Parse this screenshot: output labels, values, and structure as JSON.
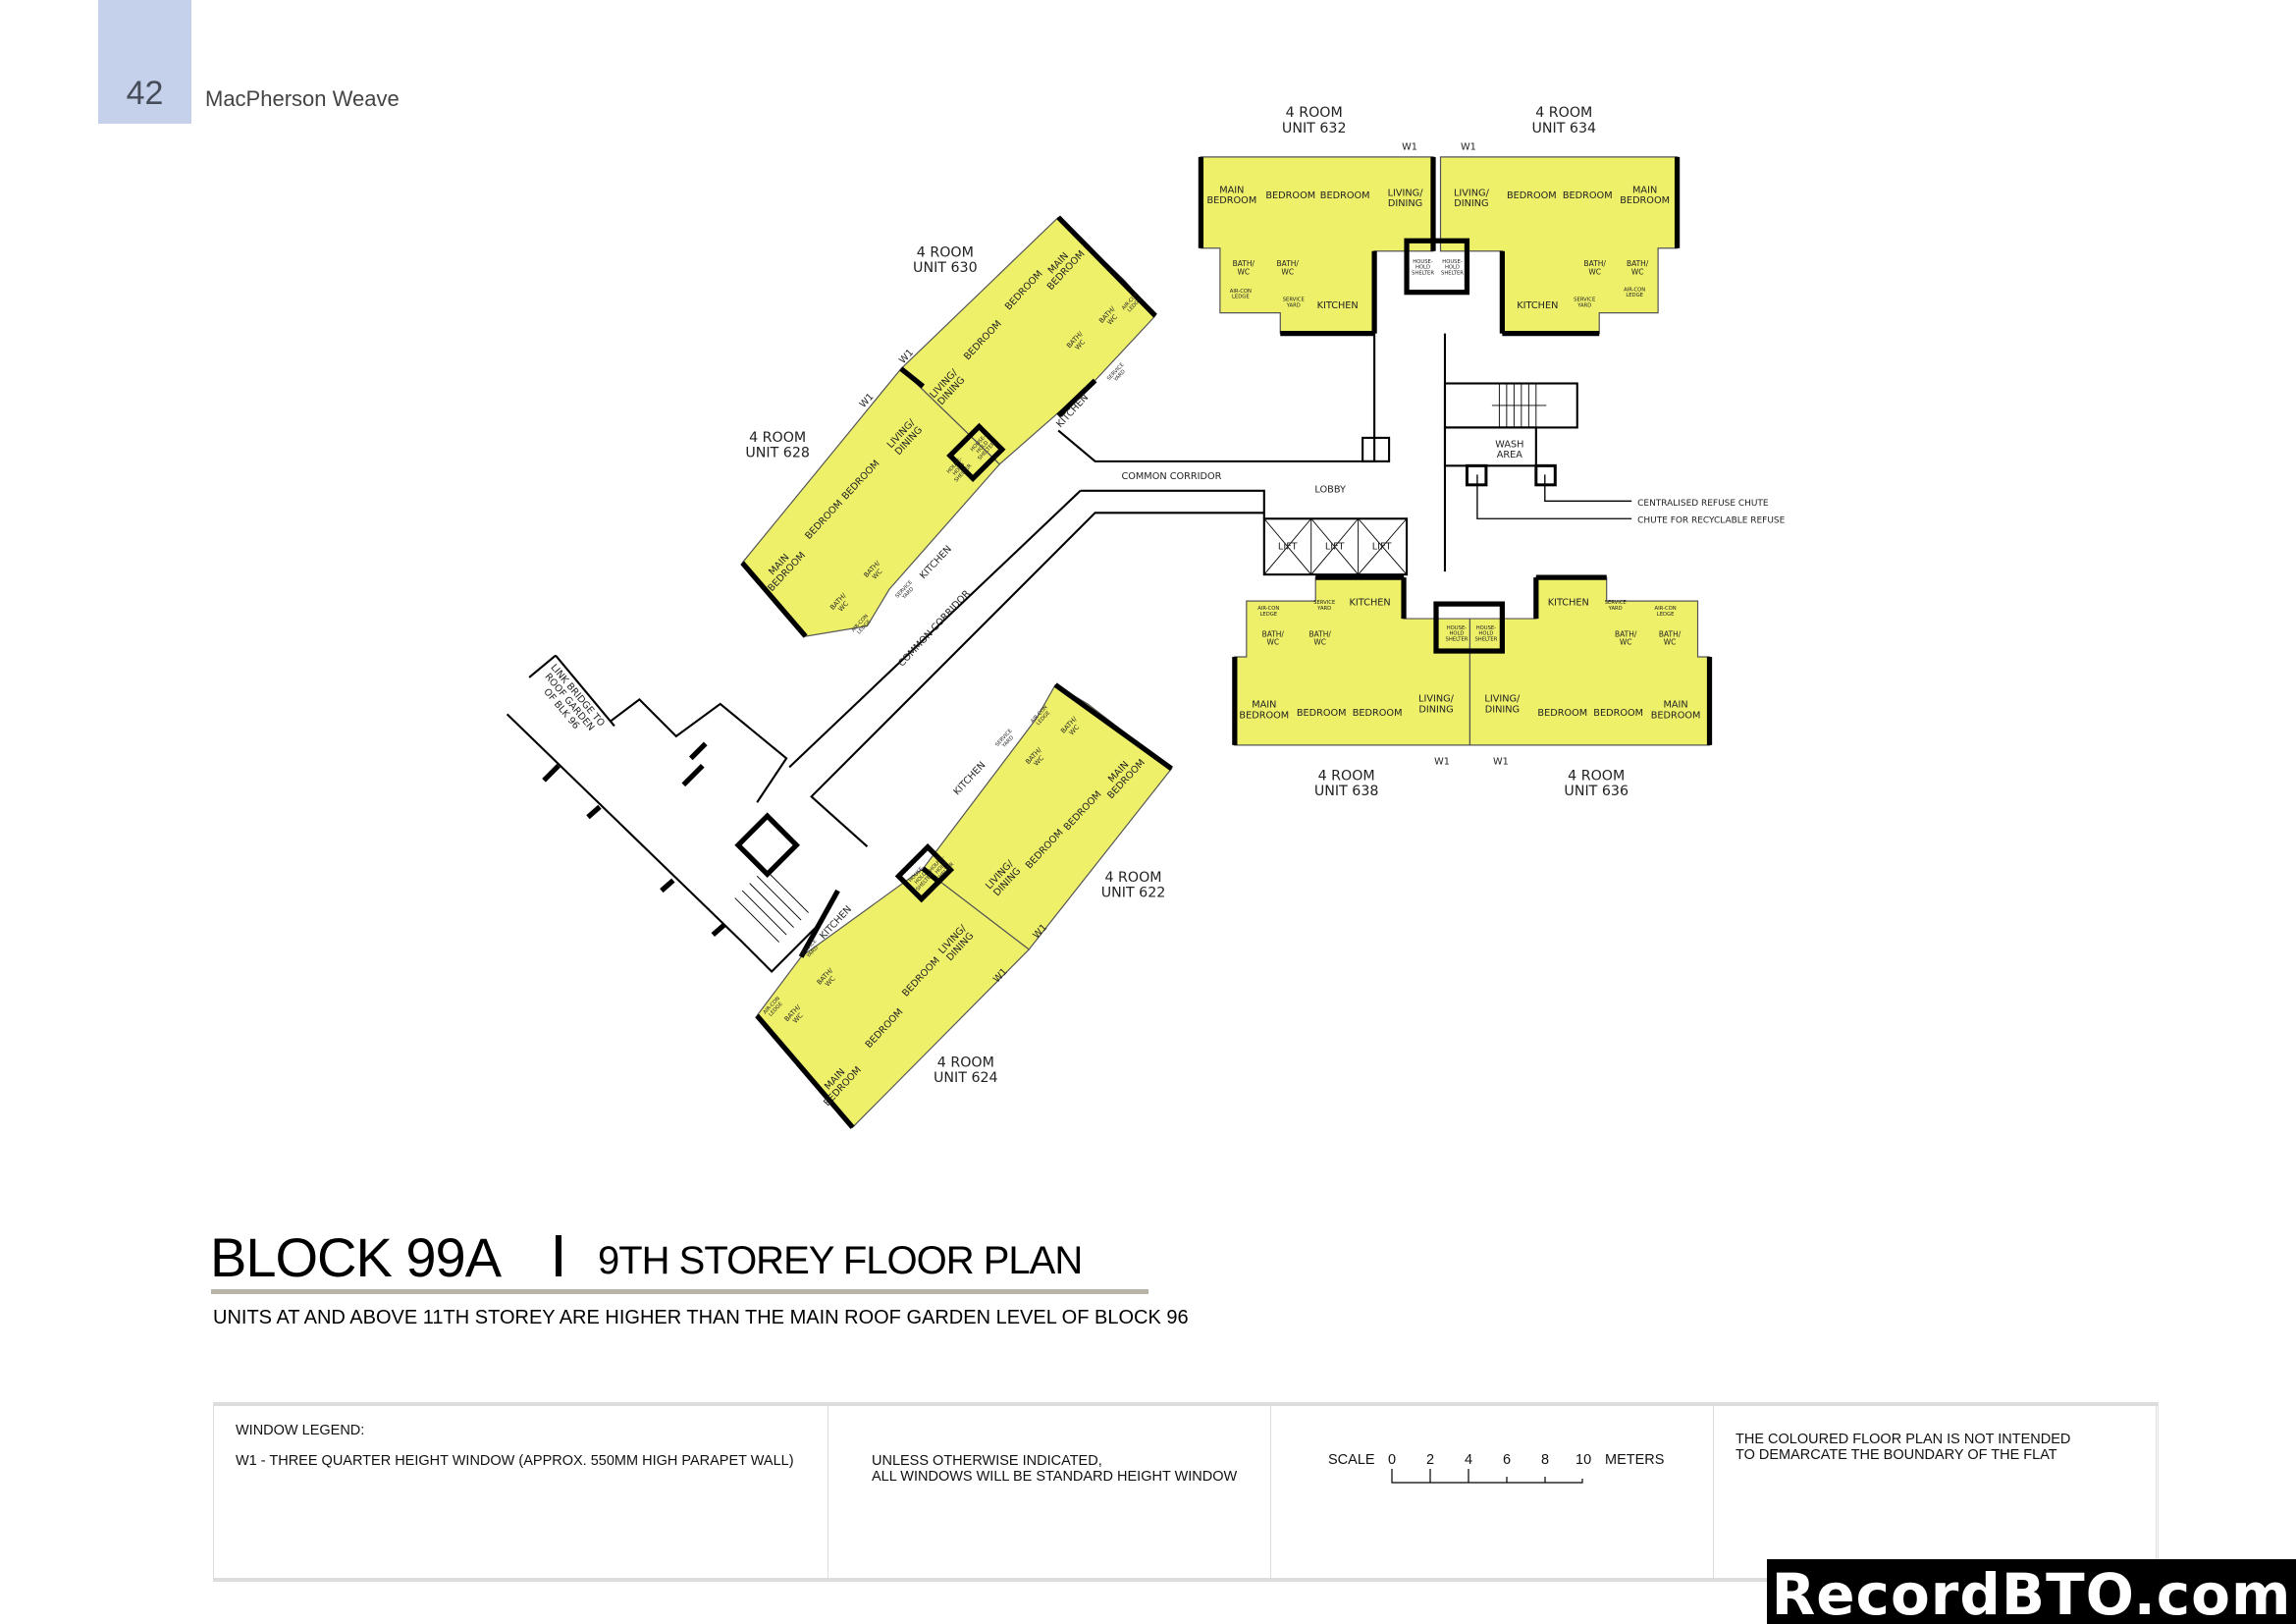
{
  "header": {
    "page_number": "42",
    "document_title": "MacPherson Weave",
    "accent_color": "#c5d1eb"
  },
  "plan": {
    "unit_color": "#eef06a",
    "units": [
      {
        "type": "4 ROOM",
        "unit": "UNIT 632"
      },
      {
        "type": "4 ROOM",
        "unit": "UNIT 634"
      },
      {
        "type": "4 ROOM",
        "unit": "UNIT 630"
      },
      {
        "type": "4 ROOM",
        "unit": "UNIT 628"
      },
      {
        "type": "4 ROOM",
        "unit": "UNIT 622"
      },
      {
        "type": "4 ROOM",
        "unit": "UNIT 624"
      },
      {
        "type": "4 ROOM",
        "unit": "UNIT 638"
      },
      {
        "type": "4 ROOM",
        "unit": "UNIT 636"
      }
    ],
    "rooms": {
      "main": "MAIN",
      "bedroom": "BEDROOM",
      "living": "LIVING/",
      "dining": "DINING",
      "kitchen": "KITCHEN",
      "bath": "BATH/",
      "wc": "WC",
      "service": "SERVICE",
      "yard": "YARD",
      "aircon": "AIR-CON",
      "ledge": "LEDGE",
      "house": "HOUSE-",
      "hold": "HOLD",
      "shelter": "SHELTER"
    },
    "window_tag": "W1",
    "common_corridor": "COMMON CORRIDOR",
    "lobby": "LOBBY",
    "lift": "LIFT",
    "wash_area": [
      "WASH",
      "AREA"
    ],
    "centralised_refuse_chute": "CENTRALISED REFUSE CHUTE",
    "recyclable_chute": "CHUTE FOR RECYCLABLE REFUSE",
    "link_bridge": [
      "LINK BRIDGE TO",
      "ROOF GARDEN",
      "OF BLK 96"
    ]
  },
  "title": {
    "block": "BLOCK 99A",
    "plan_name": "9TH STOREY FLOOR PLAN",
    "note": "UNITS AT AND ABOVE 11TH STOREY ARE HIGHER THAN THE MAIN ROOF GARDEN LEVEL OF BLOCK 96"
  },
  "legend": {
    "window_legend_heading": "WINDOW LEGEND:",
    "w1_description": "W1 -  THREE QUARTER HEIGHT WINDOW (APPROX. 550MM HIGH PARAPET WALL)",
    "standard_note": [
      "UNLESS OTHERWISE INDICATED,",
      "ALL WINDOWS WILL BE STANDARD HEIGHT WINDOW"
    ],
    "scale_label": "SCALE",
    "scale_ticks": [
      "0",
      "2",
      "4",
      "6",
      "8",
      "10"
    ],
    "scale_unit": "METERS",
    "disclaimer": [
      "THE COLOURED FLOOR PLAN IS NOT INTENDED",
      "TO DEMARCATE THE BOUNDARY OF THE FLAT"
    ]
  },
  "watermark": "RecordBTO.com"
}
